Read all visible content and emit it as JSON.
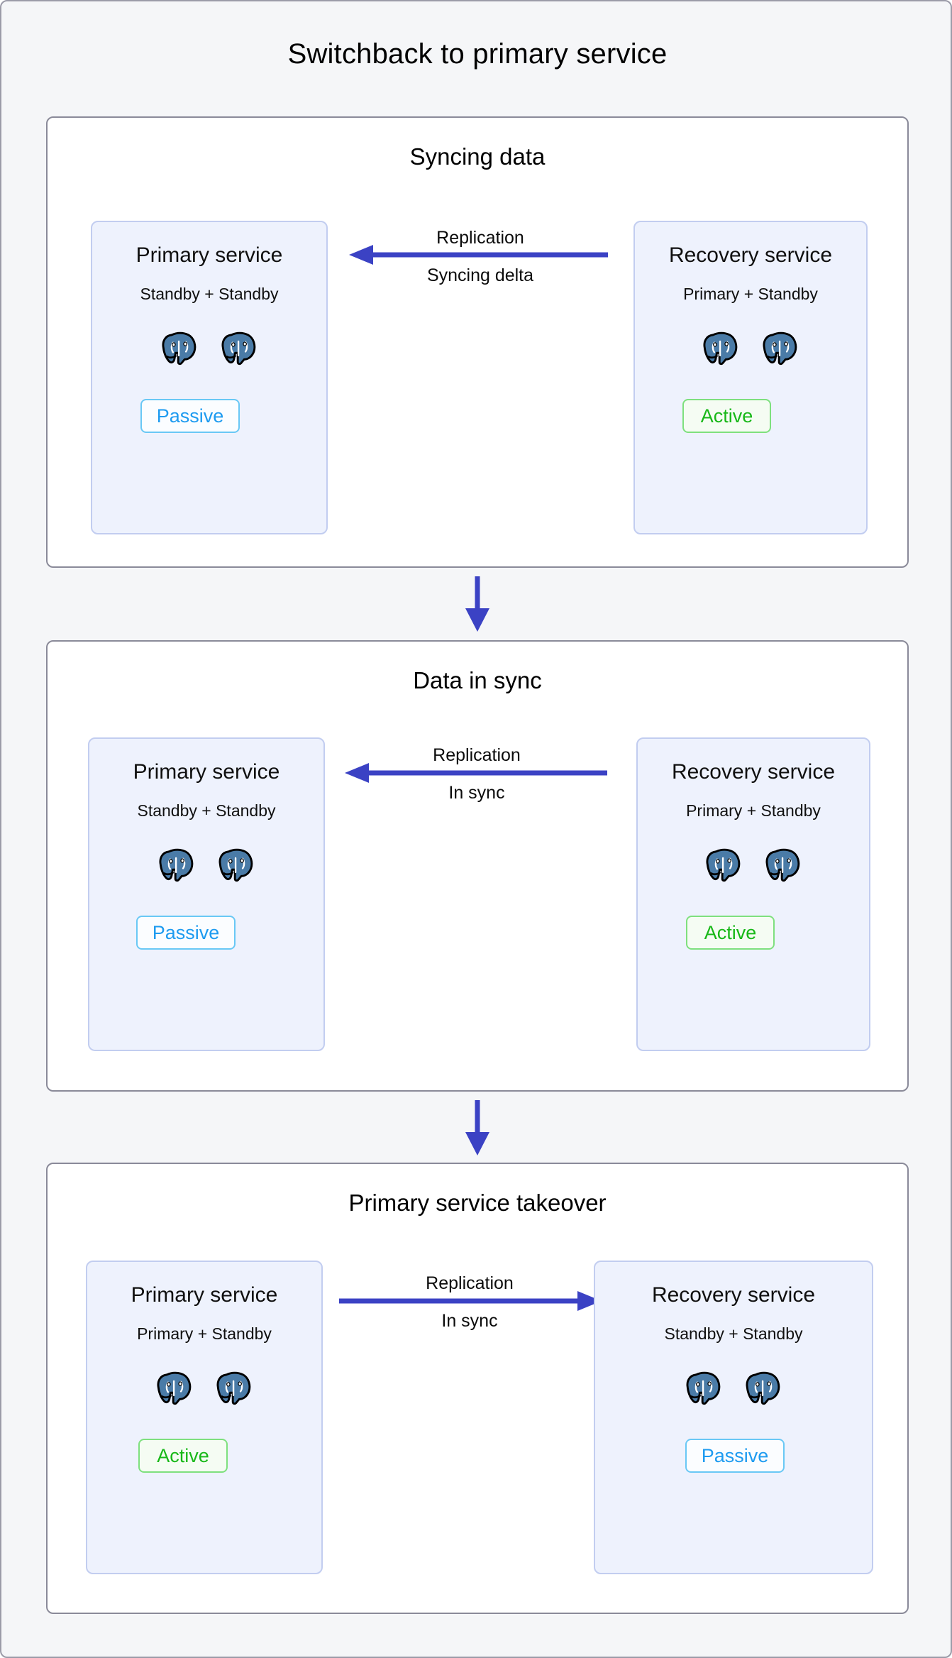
{
  "title": "Switchback to primary service",
  "colors": {
    "canvas_background": "#f5f6f8",
    "panel_border": "#8a8a99",
    "service_box_background": "#eef2fd",
    "service_box_border": "#c2cdf0",
    "arrow_blue": "#3b42c4",
    "active_green": "#18b818",
    "passive_blue": "#1e9bf0",
    "postgres_blue": "#336791"
  },
  "panels": [
    {
      "title": "Syncing data",
      "left_service": {
        "name": "Primary service",
        "roles": "Standby + Standby",
        "node_count": 2,
        "status": "Passive",
        "status_kind": "passive"
      },
      "right_service": {
        "name": "Recovery service",
        "roles": "Primary + Standby",
        "node_count": 2,
        "status": "Active",
        "status_kind": "active"
      },
      "connector": {
        "label_top": "Replication",
        "label_bottom": "Syncing delta",
        "direction": "left"
      }
    },
    {
      "title": "Data in sync",
      "left_service": {
        "name": "Primary service",
        "roles": "Standby + Standby",
        "node_count": 2,
        "status": "Passive",
        "status_kind": "passive"
      },
      "right_service": {
        "name": "Recovery service",
        "roles": "Primary + Standby",
        "node_count": 2,
        "status": "Active",
        "status_kind": "active"
      },
      "connector": {
        "label_top": "Replication",
        "label_bottom": "In sync",
        "direction": "left"
      }
    },
    {
      "title": "Primary service takeover",
      "left_service": {
        "name": "Primary service",
        "roles": "Primary + Standby",
        "node_count": 2,
        "status": "Active",
        "status_kind": "active"
      },
      "right_service": {
        "name": "Recovery service",
        "roles": "Standby + Standby",
        "node_count": 2,
        "status": "Passive",
        "status_kind": "passive"
      },
      "connector": {
        "label_top": "Replication",
        "label_bottom": "In sync",
        "direction": "right"
      }
    }
  ],
  "flow_arrows": [
    {
      "from_panel": 0,
      "to_panel": 1,
      "direction": "down"
    },
    {
      "from_panel": 1,
      "to_panel": 2,
      "direction": "down"
    }
  ],
  "icons": {
    "database_node": "postgres-elephant-icon",
    "replication_arrow": "arrow-icon",
    "flow_arrow": "arrow-down-icon"
  }
}
